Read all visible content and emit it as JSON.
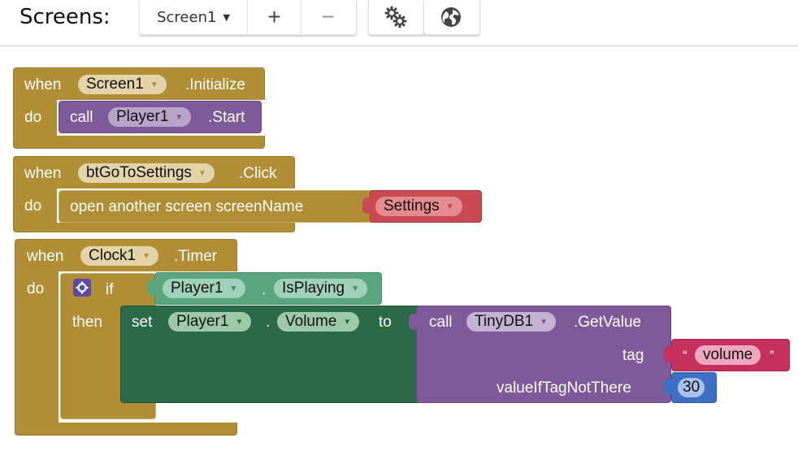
{
  "toolbar": {
    "screens_label": "Screens:",
    "screen_select": "Screen1",
    "add_label": "+",
    "remove_label": "−",
    "settings_icon": "gears-icon",
    "globe_icon": "globe-icon"
  },
  "blocks": {
    "init": {
      "when": "when",
      "component": "Screen1",
      "event": ".Initialize",
      "do": "do",
      "call": "call",
      "call_component": "Player1",
      "method": ".Start"
    },
    "click": {
      "when": "when",
      "component": "btGoToSettings",
      "event": ".Click",
      "do": "do",
      "action": "open another screen  screenName",
      "screen_value": "Settings"
    },
    "timer": {
      "when": "when",
      "component": "Clock1",
      "event": ".Timer",
      "do": "do",
      "if": "if",
      "then": "then",
      "cond_component": "Player1",
      "dot": ".",
      "cond_property": "IsPlaying",
      "set": "set",
      "set_component": "Player1",
      "set_dot": ".",
      "set_property": "Volume",
      "to": "to",
      "call": "call",
      "db_component": "TinyDB1",
      "db_method": ".GetValue",
      "tag_label": "tag",
      "tag_open_quote": "“",
      "tag_value": "volume",
      "tag_close_quote": "”",
      "default_label": "valueIfTagNotThere",
      "default_value": "30"
    }
  },
  "colors": {
    "event_gold": "#b18e35",
    "procedure_purple": "#7f5a9b",
    "text_red": "#c94a52",
    "logic_green": "#5ba57e",
    "setter_green": "#2b6a48",
    "string_crimson": "#c5305f",
    "math_blue": "#3d6fc4"
  }
}
